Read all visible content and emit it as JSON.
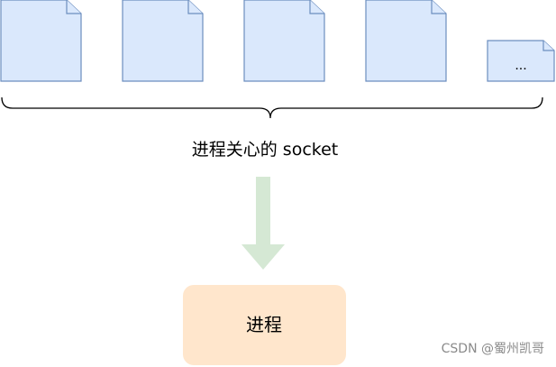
{
  "sockets": {
    "more_label": "..."
  },
  "caption": "进程关心的 socket",
  "process": {
    "label": "进程"
  },
  "watermark": "CSDN @蜀州凯哥",
  "colors": {
    "socket_fill": "#dae8fc",
    "socket_stroke": "#6c8ebf",
    "arrow_fill": "#d5e8d4",
    "process_fill": "#ffe6cc"
  }
}
